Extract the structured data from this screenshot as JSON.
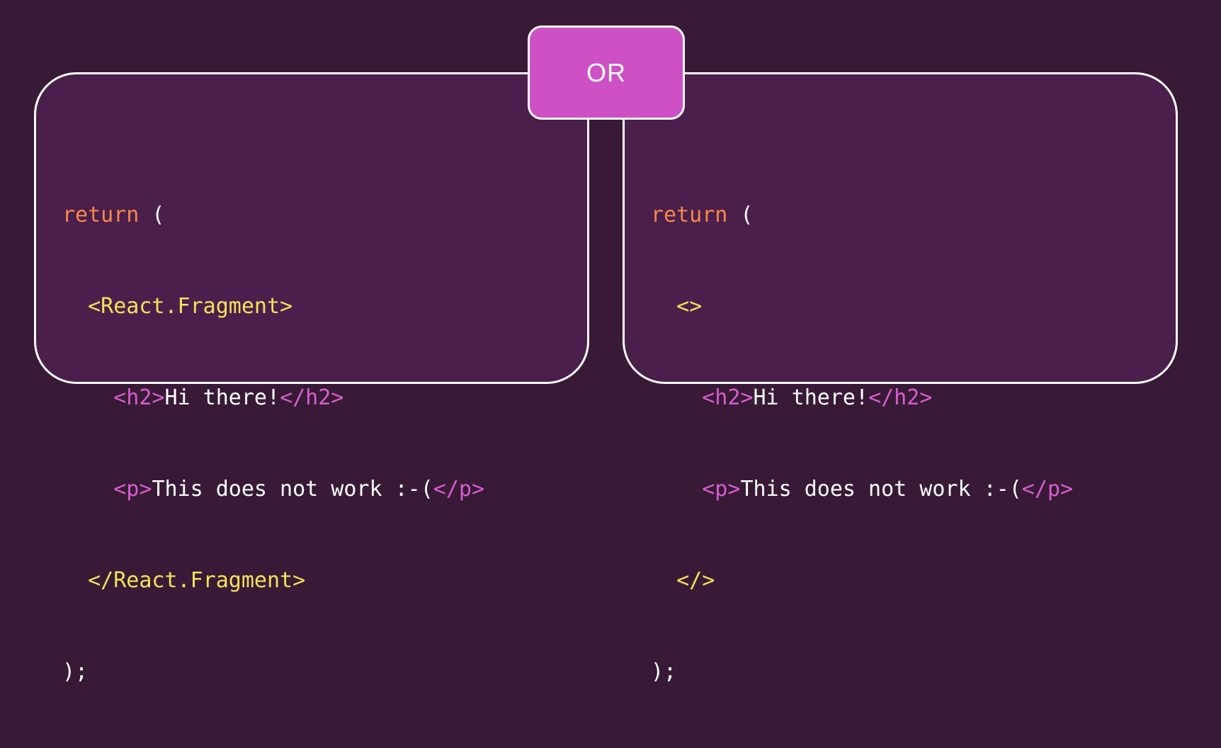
{
  "colors": {
    "background": "#381a36",
    "panel_fill": "#4b1f4b",
    "panel_border": "#ffffff",
    "or_fill": "#cd50c5",
    "keyword": "#f4894b",
    "fragment_tag": "#f5e15c",
    "html_tag": "#d95dd2",
    "text": "#ffffff"
  },
  "separator": {
    "label": "OR"
  },
  "panels": {
    "left": {
      "lines": [
        {
          "kw": "return",
          "pun": " ("
        },
        {
          "frag": "<React.Fragment>"
        },
        {
          "tag_open": "<h2>",
          "text": "Hi there!",
          "tag_close": "</h2>"
        },
        {
          "tag_open": "<p>",
          "text": "This does not work :-(",
          "tag_close": "</p>"
        },
        {
          "frag": "</React.Fragment>"
        },
        {
          "pun": ");"
        }
      ]
    },
    "right": {
      "lines": [
        {
          "kw": "return",
          "pun": " ("
        },
        {
          "frag": "<>"
        },
        {
          "tag_open": "<h2>",
          "text": "Hi there!",
          "tag_close": "</h2>"
        },
        {
          "tag_open": "<p>",
          "text": "This does not work :-(",
          "tag_close": "</p>"
        },
        {
          "frag": "</>"
        },
        {
          "pun": ");"
        }
      ]
    }
  }
}
